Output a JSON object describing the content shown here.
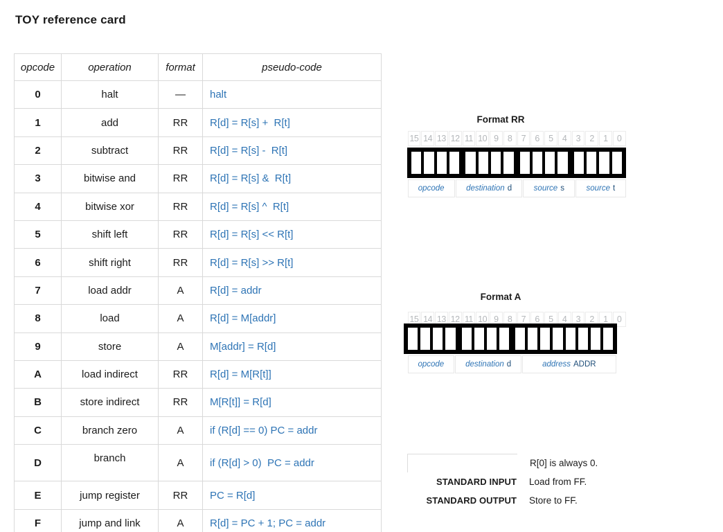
{
  "page": {
    "title": "TOY reference card"
  },
  "colors": {
    "pseudo_code_blue": "#2e74b5",
    "field_label_blue": "#2e74b5",
    "field_suffix_navy": "#1f4e79",
    "bit_number_gray": "#b4b7ba",
    "table_border_gray": "#d9d9d9",
    "bitbox_black": "#000000"
  },
  "table": {
    "headers": [
      "opcode",
      "operation",
      "format",
      "pseudo-code"
    ],
    "rows": [
      {
        "opcode": "0",
        "operation": "halt",
        "format": "—",
        "pseudo": "halt"
      },
      {
        "opcode": "1",
        "operation": "add",
        "format": "RR",
        "pseudo": "R[d] = R[s] +  R[t]"
      },
      {
        "opcode": "2",
        "operation": "subtract",
        "format": "RR",
        "pseudo": "R[d] = R[s] -  R[t]"
      },
      {
        "opcode": "3",
        "operation": "bitwise and",
        "format": "RR",
        "pseudo": "R[d] = R[s] &  R[t]"
      },
      {
        "opcode": "4",
        "operation": "bitwise xor",
        "format": "RR",
        "pseudo": "R[d] = R[s] ^  R[t]"
      },
      {
        "opcode": "5",
        "operation": "shift left",
        "format": "RR",
        "pseudo": "R[d] = R[s] << R[t]"
      },
      {
        "opcode": "6",
        "operation": "shift right",
        "format": "RR",
        "pseudo": "R[d] = R[s] >> R[t]"
      },
      {
        "opcode": "7",
        "operation": "load addr",
        "format": "A",
        "pseudo": "R[d] = addr"
      },
      {
        "opcode": "8",
        "operation": "load",
        "format": "A",
        "pseudo": "R[d] = M[addr]"
      },
      {
        "opcode": "9",
        "operation": "store",
        "format": "A",
        "pseudo": "M[addr] = R[d]"
      },
      {
        "opcode": "A",
        "operation": "load indirect",
        "format": "RR",
        "pseudo": "R[d] = M[R[t]]"
      },
      {
        "opcode": "B",
        "operation": "store indirect",
        "format": "RR",
        "pseudo": "M[R[t]] = R[d]"
      },
      {
        "opcode": "C",
        "operation": "branch zero",
        "format": "A",
        "pseudo": "if (R[d] == 0) PC = addr"
      },
      {
        "opcode": "D",
        "operation": "branch",
        "format": "A",
        "pseudo": "if (R[d] > 0)  PC = addr",
        "raised": true
      },
      {
        "opcode": "E",
        "operation": "jump register",
        "format": "RR",
        "pseudo": "PC = R[d]"
      },
      {
        "opcode": "F",
        "operation": "jump and link",
        "format": "A",
        "pseudo": "R[d] = PC + 1; PC = addr"
      }
    ]
  },
  "format_rr": {
    "title": "Format RR",
    "bits": [
      "15",
      "14",
      "13",
      "12",
      "11",
      "10",
      "9",
      "8",
      "7",
      "6",
      "5",
      "4",
      "3",
      "2",
      "1",
      "0"
    ],
    "fields": [
      {
        "label": "opcode",
        "suffix": "",
        "bits": 4
      },
      {
        "label": "destination",
        "suffix": "d",
        "bits": 4
      },
      {
        "label": "source",
        "suffix": "s",
        "bits": 4
      },
      {
        "label": "source",
        "suffix": "t",
        "bits": 4
      }
    ]
  },
  "format_a": {
    "title": "Format A",
    "bits": [
      "15",
      "14",
      "13",
      "12",
      "11",
      "10",
      "9",
      "8",
      "7",
      "6",
      "5",
      "4",
      "3",
      "2",
      "1",
      "0"
    ],
    "fields": [
      {
        "label": "opcode",
        "suffix": "",
        "bits": 4
      },
      {
        "label": "destination",
        "suffix": "d",
        "bits": 4
      },
      {
        "label": "address",
        "suffix": "ADDR",
        "bits": 8
      }
    ]
  },
  "notes": {
    "rows": [
      {
        "label": "",
        "text": "R[0] is always 0."
      },
      {
        "label": "STANDARD INPUT",
        "text": "Load from FF."
      },
      {
        "label": "STANDARD OUTPUT",
        "text": "Store to FF."
      }
    ]
  }
}
